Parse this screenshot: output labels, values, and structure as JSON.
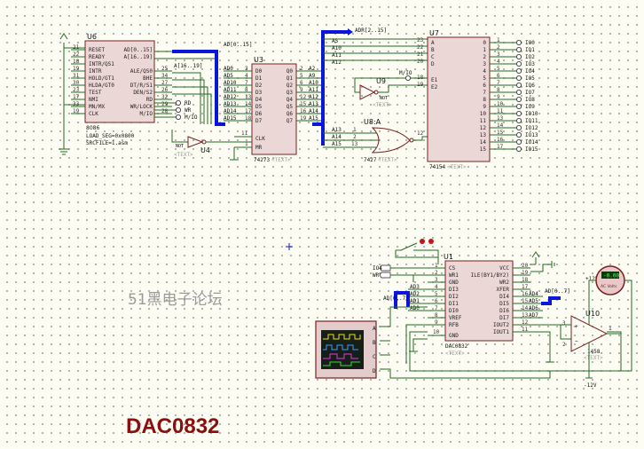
{
  "title": "DAC0832",
  "watermark": "51黑电子论坛",
  "u6": {
    "ref": "U6",
    "part": "8086",
    "props": [
      "LOAD_SEG=0x0800",
      "SRCFILE=1.asm"
    ],
    "left_pins": [
      {
        "num": "21",
        "name": "RESET"
      },
      {
        "num": "22",
        "name": "READY"
      },
      {
        "num": "18",
        "name": "INTR/QS1"
      },
      {
        "num": "19",
        "name": "INTR"
      },
      {
        "num": "31",
        "name": "HOLD/GT1"
      },
      {
        "num": "30",
        "name": "HLDA/GT0"
      },
      {
        "num": "23",
        "name": "TEST"
      },
      {
        "num": "17",
        "name": "NMI"
      },
      {
        "num": "33",
        "name": "MN/MX"
      },
      {
        "num": "19",
        "name": "CLK"
      }
    ],
    "right_pins": [
      {
        "num": "",
        "name": "AD[0..15]"
      },
      {
        "num": "",
        "name": "A[16..19]"
      },
      {
        "num": "",
        "name": ""
      },
      {
        "num": "25",
        "name": "ALE/QS0"
      },
      {
        "num": "34",
        "name": "BHE"
      },
      {
        "num": "27",
        "name": "DT/R/S1"
      },
      {
        "num": "26",
        "name": "DEN/S2"
      },
      {
        "num": "32",
        "name": "RD"
      },
      {
        "num": "29",
        "name": "WR/LOCK"
      },
      {
        "num": "28",
        "name": "M/IO"
      }
    ],
    "terms": [
      "RD",
      "WR",
      "M/IO"
    ]
  },
  "u3": {
    "ref": "U3",
    "part": "74273",
    "d_pins": [
      "D0",
      "D1",
      "D2",
      "D3",
      "D4",
      "D5",
      "D6",
      "D7"
    ],
    "q_pins": [
      "Q0",
      "Q1",
      "Q2",
      "Q3",
      "Q4",
      "Q5",
      "Q6",
      "Q7"
    ],
    "in_nets": [
      "AD0",
      "AD5",
      "AD10",
      "AD11",
      "AD12",
      "AD13",
      "AD14",
      "AD15"
    ],
    "in_nums": [
      "3",
      "4",
      "7",
      "8",
      "13",
      "14",
      "17",
      "18"
    ],
    "out_nets": [
      "A2",
      "A9",
      "A10",
      "A11",
      "A12",
      "A13",
      "A14",
      "A15"
    ],
    "out_nums": [
      "2",
      "5",
      "6",
      "9",
      "12",
      "15",
      "16",
      "19"
    ],
    "clk": "CLK",
    "mr": "MR",
    "clk_num": "11",
    "mr_num": "1",
    "bus_label": "AD[0..15]"
  },
  "u4": {
    "ref": "U4",
    "part": "NOT",
    "text": "<TEXT>"
  },
  "u9": {
    "ref": "U9",
    "part": "NOT",
    "text": "<TEXT>",
    "net": "M/IO"
  },
  "u8": {
    "ref": "U8:A",
    "part": "7427",
    "text": "<TEXT>",
    "in_nets": [
      "A13",
      "A14",
      "A15"
    ],
    "in_nums": [
      "1",
      "2",
      "13"
    ],
    "out_num": "12"
  },
  "u7": {
    "ref": "U7",
    "part": "74154",
    "text": "<TEXT>",
    "bus_label": "ADR[2..15]",
    "in_pins": [
      "A",
      "B",
      "C",
      "D",
      "E1",
      "E2"
    ],
    "in_nets": [
      "A5",
      "A10",
      "A11",
      "A12"
    ],
    "in_nums": [
      "23",
      "22",
      "21",
      "20",
      "18",
      "19"
    ],
    "out_pins": [
      "0",
      "1",
      "2",
      "3",
      "4",
      "5",
      "6",
      "7",
      "8",
      "9",
      "10",
      "11",
      "12",
      "13",
      "14",
      "15"
    ],
    "out_nums": [
      "1",
      "2",
      "3",
      "4",
      "5",
      "6",
      "7",
      "8",
      "9",
      "10",
      "11",
      "13",
      "14",
      "15",
      "16",
      "17"
    ],
    "out_nets": [
      "IO0",
      "IO1",
      "IO2",
      "IO3",
      "IO4",
      "IO5",
      "IO6",
      "IO7",
      "IO8",
      "IO9",
      "IO10",
      "IO11",
      "IO12",
      "IO13",
      "IO14",
      "IO15"
    ]
  },
  "u1": {
    "ref": "U1",
    "part": "DAC0832",
    "text": "<TEXT>",
    "left_pins": [
      "CS",
      "WR1",
      "GND",
      "DI3",
      "DI2",
      "DI1",
      "DI0",
      "VREF",
      "RFB"
    ],
    "left_nums": [
      "1",
      "2",
      "3",
      "4",
      "5",
      "6",
      "7",
      "8",
      "9"
    ],
    "left_nets": [
      "IO4",
      "WR",
      "",
      "AD3",
      "AD2",
      "AD1",
      "AD0",
      "",
      ""
    ],
    "right_pins": [
      "VCC",
      "ILE(BY1/BY2)",
      "WR2",
      "XFER",
      "DI4",
      "DI5",
      "DI6",
      "DI7",
      "IOUT2",
      "IOUT1"
    ],
    "right_nums": [
      "20",
      "19",
      "18",
      "17",
      "16",
      "15",
      "14",
      "13",
      "12",
      "11"
    ],
    "right_nets": [
      "",
      "",
      "",
      "",
      "AD4",
      "AD5",
      "AD6",
      "AD7",
      "",
      ""
    ],
    "gnd_label": "GND",
    "gnd_num": "10",
    "bus_label_left": "AD[0..7]",
    "bus_label_right": "AD[0..7]"
  },
  "u10": {
    "ref": "U10",
    "part": "1458",
    "text": "<TEXT>",
    "pins": [
      "3",
      "2",
      "1",
      "8",
      "4"
    ]
  },
  "supply": {
    "pos": "+12V",
    "neg": "-12V"
  },
  "voltmeter": {
    "reading": "-0.00",
    "unit": "AC Volts"
  },
  "scope": {
    "channels": [
      "A",
      "B",
      "C",
      "D"
    ]
  }
}
